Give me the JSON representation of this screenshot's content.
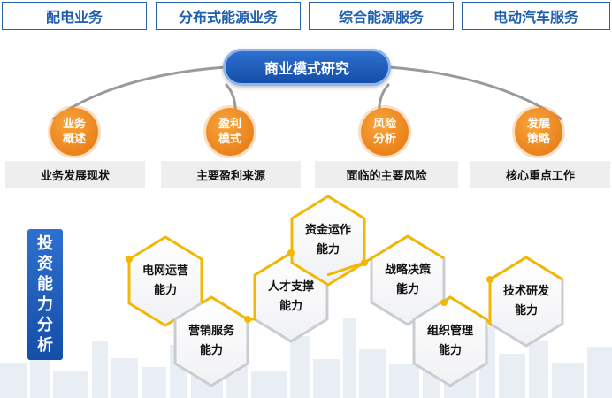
{
  "tabs": [
    "配电业务",
    "分布式能源业务",
    "综合能源服务",
    "电动汽车服务"
  ],
  "main_title": "商业模式研究",
  "circles": [
    {
      "line1": "业务",
      "line2": "概述"
    },
    {
      "line1": "盈利",
      "line2": "模式"
    },
    {
      "line1": "风险",
      "line2": "分析"
    },
    {
      "line1": "发展",
      "line2": "策略"
    }
  ],
  "bars": [
    "业务发展现状",
    "主要盈利来源",
    "面临的主要风险",
    "核心重点工作"
  ],
  "side_label": [
    "投",
    "资",
    "能",
    "力",
    "分",
    "析"
  ],
  "hexes": [
    {
      "line1": "电网运营",
      "line2": "能力"
    },
    {
      "line1": "营销服务",
      "line2": "能力"
    },
    {
      "line1": "人才支撑",
      "line2": "能力"
    },
    {
      "line1": "资金运作",
      "line2": "能力"
    },
    {
      "line1": "战略决策",
      "line2": "能力"
    },
    {
      "line1": "组织管理",
      "line2": "能力"
    },
    {
      "line1": "技术研发",
      "line2": "能力"
    }
  ],
  "colors": {
    "blue": "#1f5fae",
    "orange": "#ec7c18",
    "gold": "#f2b705",
    "grey": "#eeeeee"
  }
}
